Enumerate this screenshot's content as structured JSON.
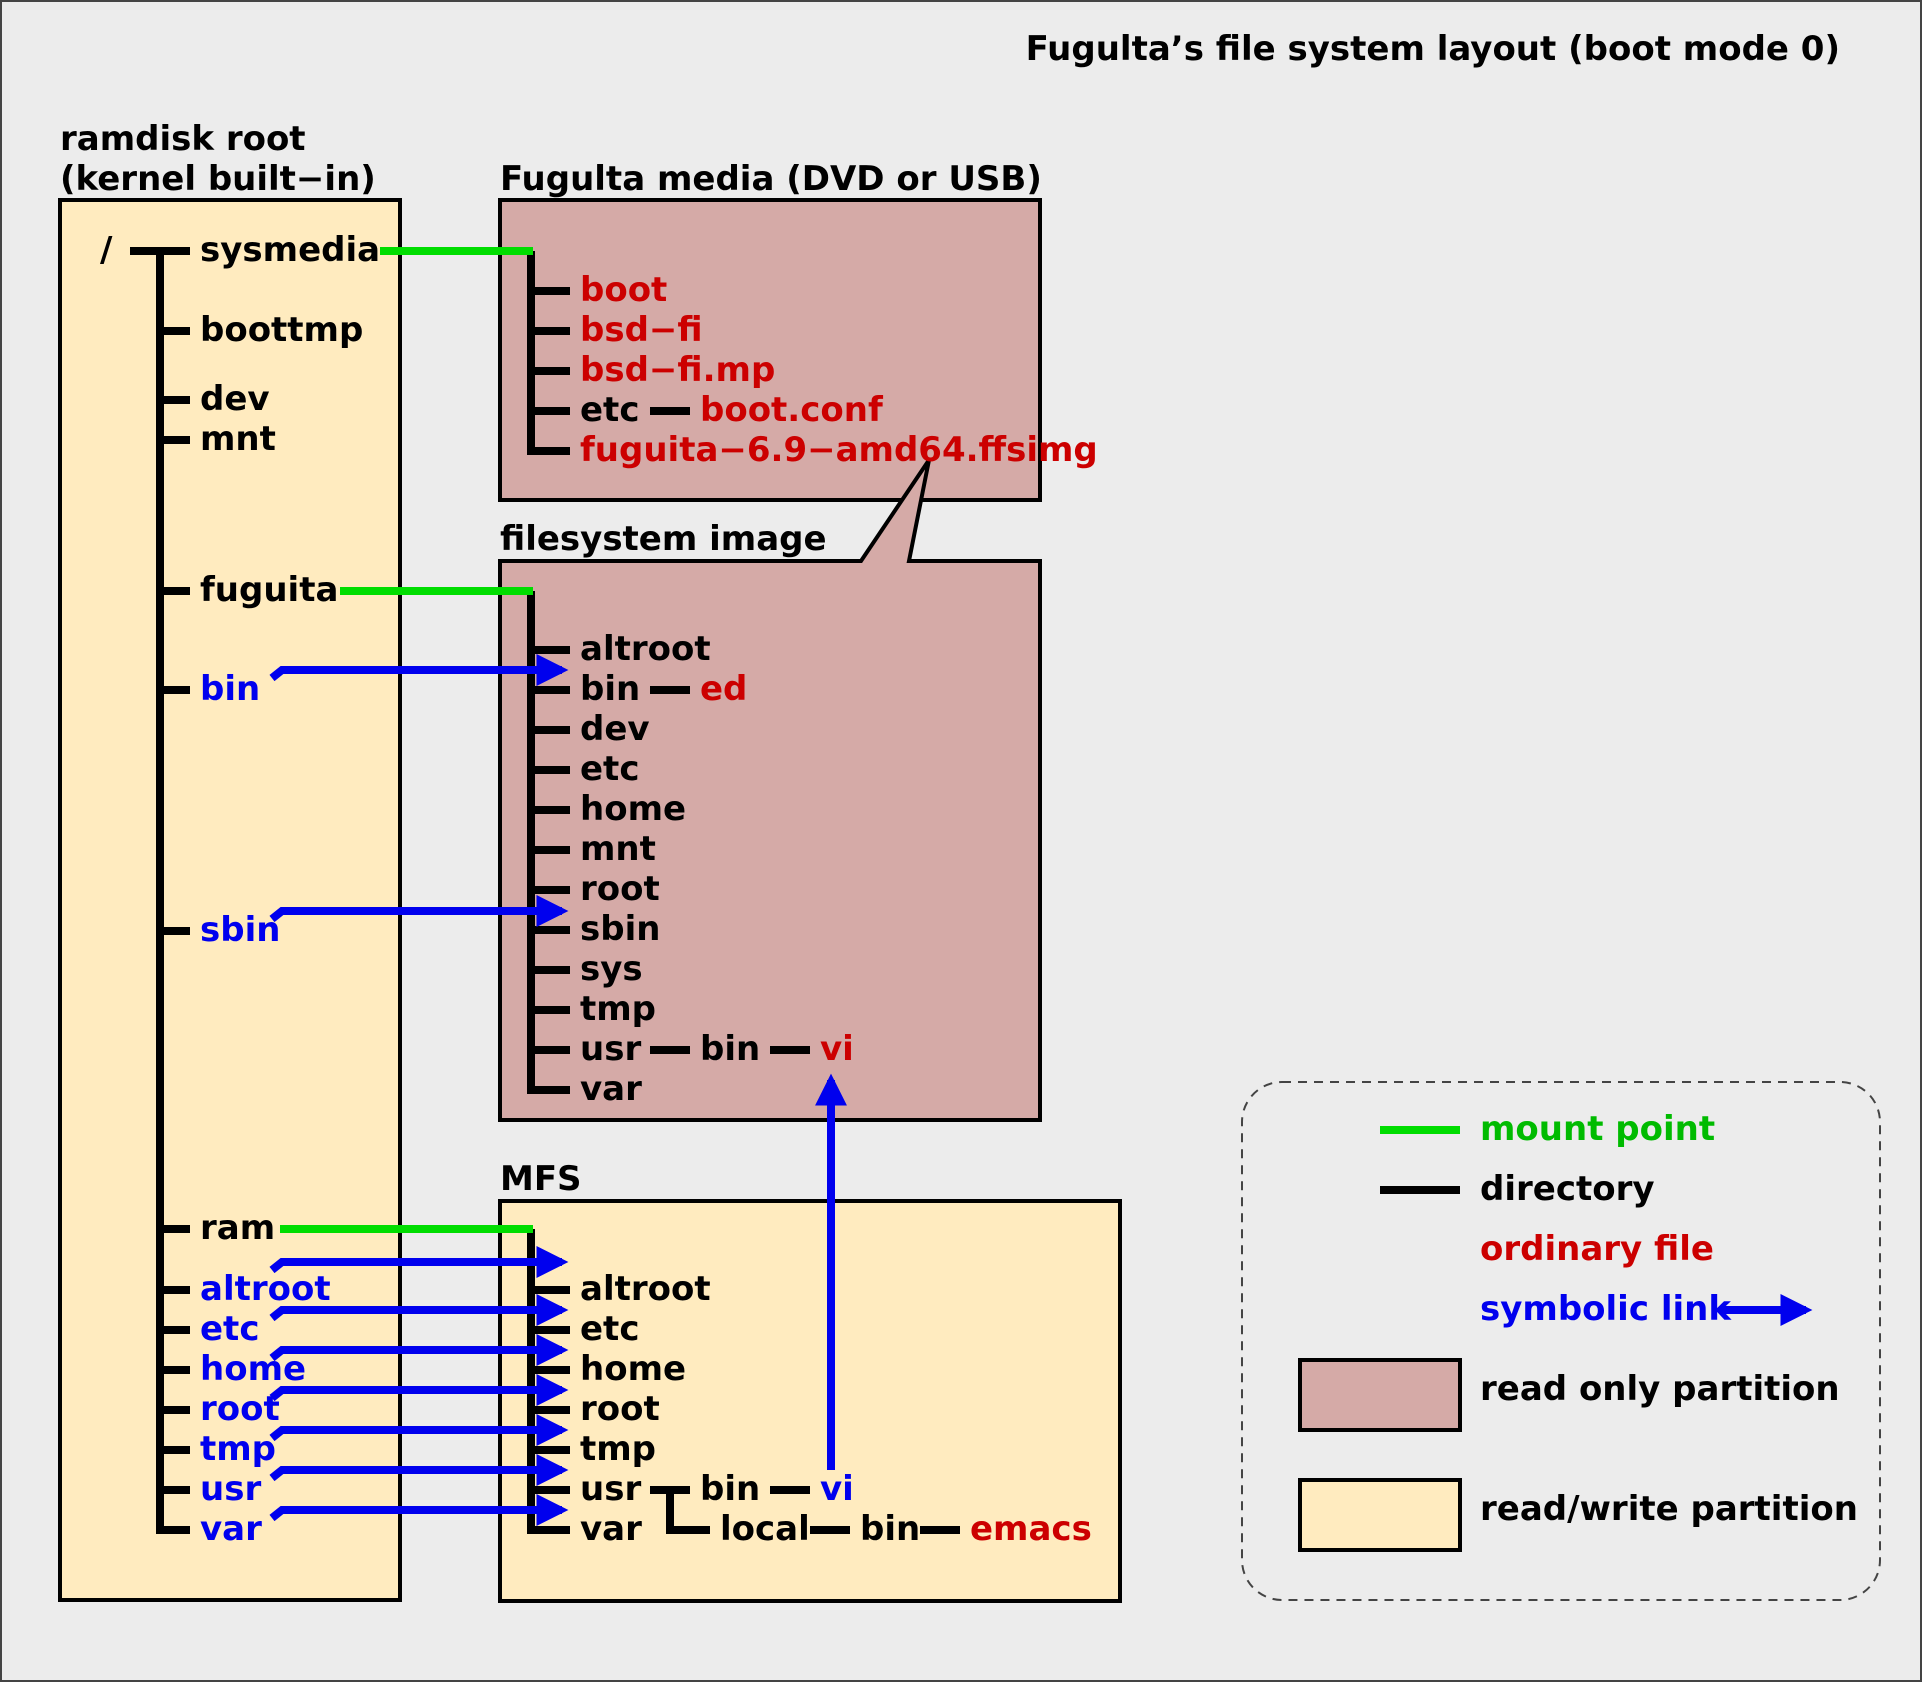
{
  "title": "Fugulta’s file system layout (boot mode 0)",
  "colors": {
    "read_only_fill": "#d5aaa7",
    "read_write_fill": "#ffebbf",
    "mount_point": "#00dd00",
    "directory": "#000000",
    "ordinary_file": "#cc0000",
    "symbolic_link": "#0000ee",
    "background": "#ececec"
  },
  "ramdisk": {
    "label_line1": "ramdisk root",
    "label_line2": "(kernel built−in)",
    "root": "/",
    "entries": {
      "sysmedia": "sysmedia",
      "boottmp": "boottmp",
      "dev": "dev",
      "mnt": "mnt",
      "fuguita": "fuguita",
      "bin": "bin",
      "sbin": "sbin",
      "ram": "ram",
      "altroot": "altroot",
      "etc": "etc",
      "home": "home",
      "root": "root",
      "tmp": "tmp",
      "usr": "usr",
      "var": "var"
    }
  },
  "media": {
    "label": "Fugulta media (DVD or USB)",
    "entries": {
      "boot": "boot",
      "bsd_fi": "bsd−fi",
      "bsd_fi_mp": "bsd−fi.mp",
      "etc": "etc",
      "boot_conf": "boot.conf",
      "ffsimg": "fuguita−6.9−amd64.ffsimg"
    }
  },
  "image": {
    "label": "filesystem image",
    "entries": {
      "altroot": "altroot",
      "bin": "bin",
      "ed": "ed",
      "dev": "dev",
      "etc": "etc",
      "home": "home",
      "mnt": "mnt",
      "root": "root",
      "sbin": "sbin",
      "sys": "sys",
      "tmp": "tmp",
      "usr": "usr",
      "usr_bin": "bin",
      "vi": "vi",
      "var": "var"
    }
  },
  "mfs": {
    "label": "MFS",
    "entries": {
      "altroot": "altroot",
      "etc": "etc",
      "home": "home",
      "root": "root",
      "tmp": "tmp",
      "usr": "usr",
      "usr_bin": "bin",
      "vi": "vi",
      "var": "var",
      "local": "local",
      "local_bin": "bin",
      "emacs": "emacs"
    }
  },
  "legend": {
    "mount_point": "mount point",
    "directory": "directory",
    "ordinary_file": "ordinary file",
    "symbolic_link": "symbolic link",
    "read_only": "read only partition",
    "read_write": "read/write partition"
  }
}
